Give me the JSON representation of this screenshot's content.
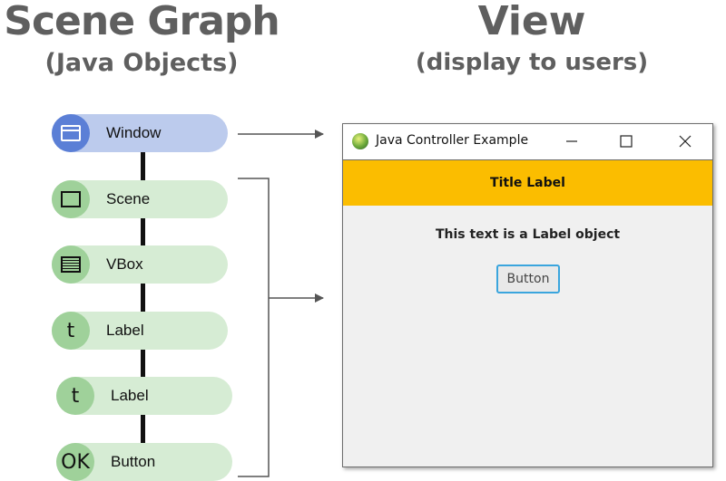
{
  "headings": {
    "scene_graph_title": "Scene Graph",
    "scene_graph_subtitle": "(Java Objects)",
    "view_title": "View",
    "view_subtitle": "(display to users)"
  },
  "nodes": [
    {
      "label": "Window",
      "icon": "window-icon"
    },
    {
      "label": "Scene",
      "icon": "square-icon"
    },
    {
      "label": "VBox",
      "icon": "list-lines-icon"
    },
    {
      "label": "Label",
      "icon": "t-letter-icon",
      "glyph": "t"
    },
    {
      "label": "Label",
      "icon": "t-letter-icon",
      "glyph": "t"
    },
    {
      "label": "Button",
      "icon": "ok-icon",
      "glyph": "OK"
    }
  ],
  "app_window": {
    "title": "Java Controller Example",
    "title_label": "Title Label",
    "label_text": "This text is a Label object",
    "button_label": "Button"
  },
  "colors": {
    "window_node_bg": "#bccbed",
    "window_node_circle": "#5b7fd6",
    "node_bg": "#d6ecd4",
    "node_circle": "#9fd19a",
    "title_label_bg": "#fbbd00",
    "button_border": "#3aa5dd",
    "heading_text": "#5f5f5f"
  }
}
